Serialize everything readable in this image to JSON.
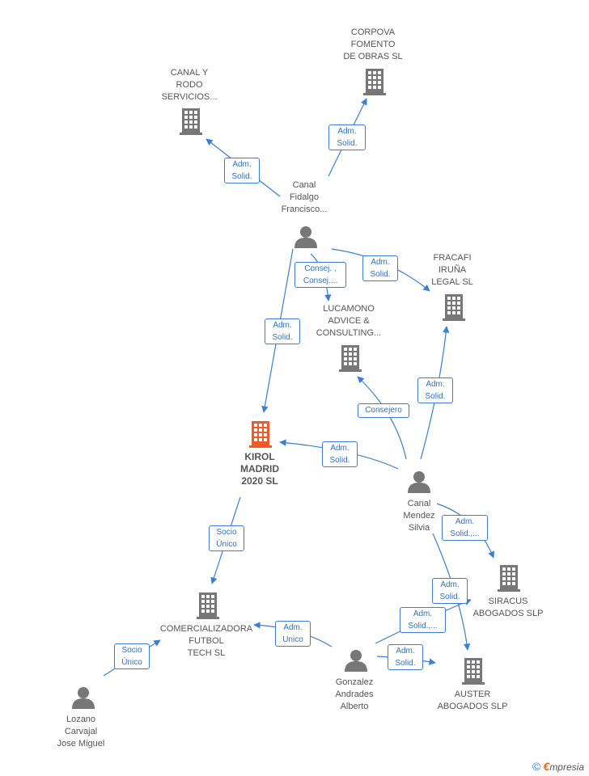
{
  "nodes": {
    "corpova": {
      "label": "CORPOVA\nFOMENTO\nDE OBRAS SL",
      "type": "company"
    },
    "canal_rodo": {
      "label": "CANAL Y\nRODO\nSERVICIOS...",
      "type": "company"
    },
    "canal_fidalgo": {
      "label": "Canal\nFidalgo\nFrancisco...",
      "type": "person"
    },
    "fracafi": {
      "label": "FRACAFI\nIRUÑA\nLEGAL  SL",
      "type": "company"
    },
    "lucamono": {
      "label": "LUCAMONO\nADVICE &\nCONSULTING...",
      "type": "company"
    },
    "kirol": {
      "label": "KIROL\nMADRID\n2020  SL",
      "type": "company-main"
    },
    "canal_mendez": {
      "label": "Canal\nMendez\nSilvia",
      "type": "person"
    },
    "siracus": {
      "label": "SIRACUS\nABOGADOS  SLP",
      "type": "company"
    },
    "comercializadora": {
      "label": "COMERCIALIZADORA\nFUTBOL\nTECH  SL",
      "type": "company"
    },
    "gonzalez": {
      "label": "Gonzalez\nAndrades\nAlberto",
      "type": "person"
    },
    "auster": {
      "label": "AUSTER\nABOGADOS  SLP",
      "type": "company"
    },
    "lozano": {
      "label": "Lozano\nCarvajal\nJose Miguel",
      "type": "person"
    }
  },
  "edges": {
    "e1": "Adm.\nSolid.",
    "e2": "Adm.\nSolid.",
    "e3": "Consej. ,\nConsej....",
    "e4": "Adm.\nSolid.",
    "e5": "Adm.\nSolid.",
    "e6": "Consejero",
    "e7": "Adm.\nSolid.",
    "e8": "Adm.\nSolid.",
    "e9": "Adm.\nSolid.,...",
    "e10": "Socio\nÚnico",
    "e11": "Adm.\nSolid.",
    "e12": "Adm.\nUnico",
    "e13": "Adm.\nSolid.,...",
    "e14": "Adm.\nSolid.",
    "e15": "Socio\nÚnico"
  },
  "footer": {
    "copyright": "©",
    "brand_first": "€",
    "brand_rest": "mpresia"
  },
  "colors": {
    "edge": "#3a7fd4",
    "icon": "#777777",
    "main_icon": "#f05a28"
  }
}
